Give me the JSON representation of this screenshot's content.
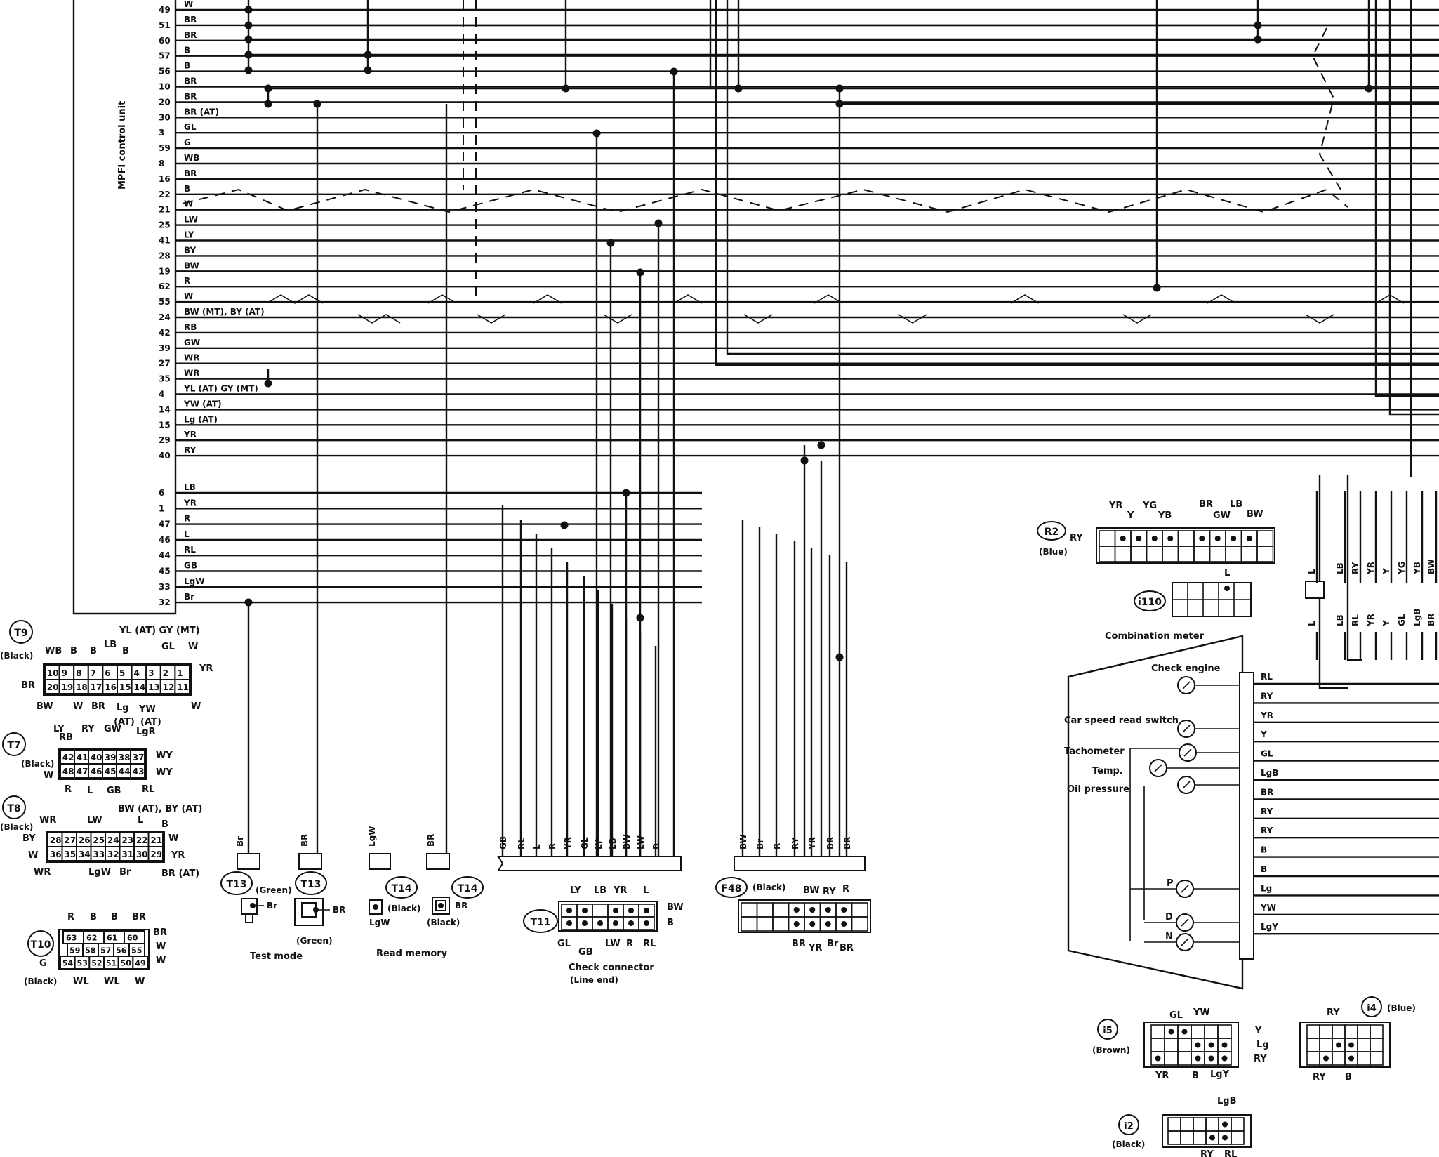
{
  "ecu": {
    "title": "MPFI control unit",
    "pins": [
      {
        "pin": "49",
        "wire": "W"
      },
      {
        "pin": "51",
        "wire": "BR"
      },
      {
        "pin": "60",
        "wire": "BR"
      },
      {
        "pin": "57",
        "wire": "B"
      },
      {
        "pin": "56",
        "wire": "B"
      },
      {
        "pin": "10",
        "wire": "BR"
      },
      {
        "pin": "20",
        "wire": "BR"
      },
      {
        "pin": "30",
        "wire": "BR (AT)"
      },
      {
        "pin": "3",
        "wire": "GL"
      },
      {
        "pin": "59",
        "wire": "G"
      },
      {
        "pin": "8",
        "wire": "WB"
      },
      {
        "pin": "16",
        "wire": "BR"
      },
      {
        "pin": "22",
        "wire": "B"
      },
      {
        "pin": "21",
        "wire": "W"
      },
      {
        "pin": "25",
        "wire": "LW"
      },
      {
        "pin": "41",
        "wire": "LY"
      },
      {
        "pin": "28",
        "wire": "BY"
      },
      {
        "pin": "19",
        "wire": "BW"
      },
      {
        "pin": "62",
        "wire": "R"
      },
      {
        "pin": "55",
        "wire": "W"
      },
      {
        "pin": "24",
        "wire": "BW (MT), BY (AT)"
      },
      {
        "pin": "42",
        "wire": "RB"
      },
      {
        "pin": "39",
        "wire": "GW"
      },
      {
        "pin": "27",
        "wire": "WR"
      },
      {
        "pin": "35",
        "wire": "WR"
      },
      {
        "pin": "4",
        "wire": "YL (AT) GY (MT)"
      },
      {
        "pin": "14",
        "wire": "YW (AT)"
      },
      {
        "pin": "15",
        "wire": "Lg (AT)"
      },
      {
        "pin": "29",
        "wire": "YR"
      },
      {
        "pin": "40",
        "wire": "RY"
      },
      {
        "pin": "6",
        "wire": "LB"
      },
      {
        "pin": "1",
        "wire": "YR"
      },
      {
        "pin": "47",
        "wire": "R"
      },
      {
        "pin": "46",
        "wire": "L"
      },
      {
        "pin": "44",
        "wire": "RL"
      },
      {
        "pin": "45",
        "wire": "GB"
      },
      {
        "pin": "33",
        "wire": "LgW"
      },
      {
        "pin": "32",
        "wire": "Br"
      }
    ]
  },
  "connectors": {
    "t9": {
      "id": "T9",
      "color": "(Black)",
      "top_row": [
        "10",
        "9",
        "8",
        "7",
        "6",
        "5",
        "4",
        "3",
        "2",
        "1"
      ],
      "bottom_row": [
        "20",
        "19",
        "18",
        "17",
        "16",
        "15",
        "14",
        "13",
        "12",
        "11"
      ],
      "top_labels": [
        "WB",
        "B",
        "B",
        "LB",
        "B",
        "YL (AT) GY (MT)",
        "GL",
        "W"
      ],
      "left_label": "BR",
      "right_label": "YR",
      "bottom_labels": [
        "BW",
        "W",
        "BR",
        "Lg",
        "YW",
        "W"
      ],
      "notes": [
        "(AT)",
        "(AT)"
      ]
    },
    "t7": {
      "id": "T7",
      "color": "(Black)",
      "top_row": [
        "42",
        "41",
        "40",
        "39",
        "38",
        "37"
      ],
      "bottom_row": [
        "48",
        "47",
        "46",
        "45",
        "44",
        "43"
      ],
      "top_labels": [
        "RB",
        "LY",
        "RY",
        "GW",
        "LgR"
      ],
      "right_labels": [
        "WY",
        "WY"
      ],
      "left_label": "W",
      "bottom_labels": [
        "R",
        "L",
        "GB",
        "RL"
      ]
    },
    "t8": {
      "id": "T8",
      "color": "(Black)",
      "top_row": [
        "28",
        "27",
        "26",
        "25",
        "24",
        "23",
        "22",
        "21"
      ],
      "bottom_row": [
        "36",
        "35",
        "34",
        "33",
        "32",
        "31",
        "30",
        "29"
      ],
      "top_labels": [
        "WR",
        "LW",
        "BW (AT), BY (AT)",
        "L",
        "B"
      ],
      "left_labels": [
        "BY",
        "W"
      ],
      "right_labels": [
        "W",
        "YR"
      ],
      "bottom_labels": [
        "WR",
        "LgW",
        "Br",
        "BR (AT)"
      ]
    },
    "t10": {
      "id": "T10",
      "color": "(Black)",
      "top_row": [
        "63",
        "62",
        "61",
        "60"
      ],
      "mid_row": [
        "59",
        "58",
        "57",
        "56",
        "55"
      ],
      "bottom_row": [
        "54",
        "53",
        "52",
        "51",
        "50",
        "49"
      ],
      "top_labels": [
        "R",
        "B",
        "B",
        "BR"
      ],
      "right_labels": [
        "BR",
        "W",
        "W"
      ],
      "left_label": "G",
      "bottom_labels": [
        "WL",
        "WL",
        "W"
      ]
    },
    "t13a": {
      "id": "T13",
      "color": "(Green)",
      "wire": "Br"
    },
    "t13b": {
      "id": "T13",
      "color": "(Green)",
      "wire": "BR"
    },
    "t14a": {
      "id": "T14",
      "color": "(Black)",
      "wire": "LgW"
    },
    "t14b": {
      "id": "T14",
      "color": "(Black)",
      "wire": "BR"
    },
    "t11": {
      "id": "T11",
      "top_labels": [
        "LY",
        "LB",
        "YR",
        "L"
      ],
      "right_labels": [
        "BW",
        "B"
      ],
      "bottom_labels": [
        "GL",
        "GB",
        "LW",
        "R",
        "RL"
      ]
    },
    "f48": {
      "id": "F48",
      "color": "(Black)",
      "top_labels": [
        "BW",
        "RY",
        "R"
      ],
      "bottom_labels": [
        "BR",
        "YR",
        "Br",
        "BR"
      ]
    },
    "r2": {
      "id": "R2",
      "color": "(Blue)",
      "left_label": "RY",
      "top_labels": [
        "YR",
        "Y",
        "YG",
        "YB",
        "BR",
        "GW",
        "LB",
        "BW"
      ]
    },
    "i110": {
      "id": "i110",
      "top_label": "L"
    },
    "i5": {
      "id": "i5",
      "color": "(Brown)",
      "top_labels": [
        "GL",
        "YW"
      ],
      "right_labels": [
        "Y",
        "Lg",
        "RY"
      ],
      "bottom_labels": [
        "YR",
        "B",
        "LgY"
      ]
    },
    "i4": {
      "id": "i4",
      "color": "(Blue)",
      "top_label": "RY",
      "bottom_labels": [
        "RY",
        "B"
      ]
    },
    "i2": {
      "id": "i2",
      "color": "(Black)",
      "top_label": "LgB",
      "bottom_labels": [
        "RY",
        "RL"
      ]
    }
  },
  "harness_left": {
    "labels": [
      "GB",
      "RL",
      "L",
      "R",
      "YR",
      "GL",
      "LY",
      "LB",
      "BW",
      "LW",
      "B"
    ]
  },
  "harness_right": {
    "labels": [
      "BW",
      "Br",
      "R",
      "RY",
      "YR",
      "BR",
      "BR"
    ]
  },
  "meter_harness_top": [
    "L",
    "LB",
    "RY",
    "YR",
    "Y",
    "YG",
    "YB",
    "BW"
  ],
  "meter_harness_bottom": [
    "L",
    "LB",
    "RL",
    "YR",
    "Y",
    "GL",
    "LgB",
    "BR"
  ],
  "captions": {
    "test_mode": "Test mode",
    "read_memory": "Read memory",
    "check_connector": "Check connector",
    "line_end": "(Line end)",
    "combination_meter": "Combination meter"
  },
  "combination_meter": {
    "items": [
      "Check engine",
      "Car speed read switch",
      "Tachometer",
      "Temp.",
      "Oil pressure"
    ],
    "shift_indicators": [
      "P",
      "D",
      "N"
    ],
    "pins": [
      "RL",
      "RY",
      "YR",
      "Y",
      "GL",
      "LgB",
      "BR",
      "RY",
      "RY",
      "B",
      "B",
      "Lg",
      "YW",
      "LgY"
    ]
  }
}
